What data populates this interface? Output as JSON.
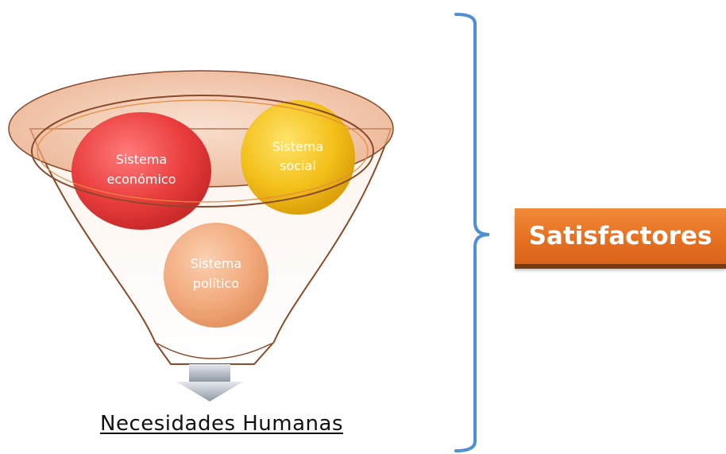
{
  "funnel": {
    "circles": [
      {
        "line1": "Sistema",
        "line2": "económico",
        "color": "#e93b3b"
      },
      {
        "line1": "Sistema",
        "line2": "social",
        "color": "#f2c21a"
      },
      {
        "line1": "Sistema",
        "line2": "político",
        "color": "#f2ab7e"
      }
    ]
  },
  "output_label": "Necesidades Humanas",
  "bracket_label": "Satisfactores",
  "colors": {
    "funnel_stroke": "#8a4a2a",
    "funnel_fill": "#f6dccb",
    "bracket": "#4f8fd3",
    "label_box": "#e87325"
  }
}
